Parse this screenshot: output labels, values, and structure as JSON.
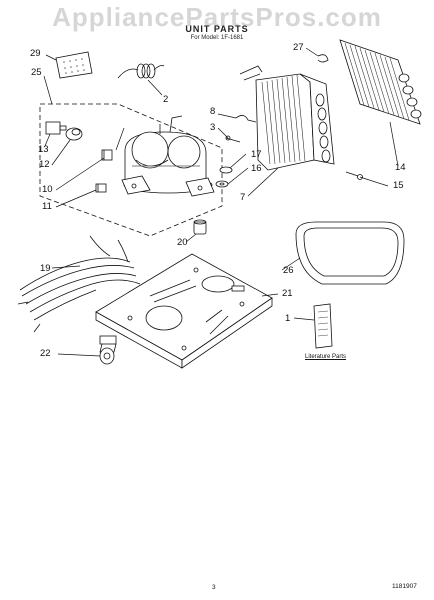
{
  "watermark": "AppliancePartsPros.com",
  "header": {
    "title": "UNIT PARTS",
    "subtitle": "For Model: 1F-1681"
  },
  "callouts": [
    "1",
    "2",
    "3",
    "7",
    "8",
    "10",
    "11",
    "12",
    "13",
    "14",
    "15",
    "16",
    "17",
    "19",
    "20",
    "21",
    "22",
    "25",
    "26",
    "27",
    "29"
  ],
  "literature_label": "Literature Parts",
  "footer": {
    "page_number": "3",
    "doc_code": "1181907"
  }
}
